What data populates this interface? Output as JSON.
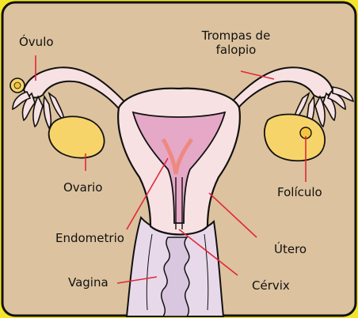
{
  "labels": {
    "ovulo": "Óvulo",
    "trompas_line1": "Trompas de",
    "trompas_line2": "falopio",
    "ovario": "Ovario",
    "foliculo": "Folículo",
    "endometrio": "Endometrio",
    "utero": "Útero",
    "vagina": "Vagina",
    "cervix": "Cérvix"
  },
  "colors": {
    "frame_background": "#f3e52a",
    "panel_background": "#dcc29e",
    "tissue_pink": "#f8e1e3",
    "uterine_lining": "#e6a8c7",
    "vaginal_canal": "#d9c6df",
    "ovary_yellow": "#f7d46a",
    "leader_line_red": "#e0283b"
  }
}
